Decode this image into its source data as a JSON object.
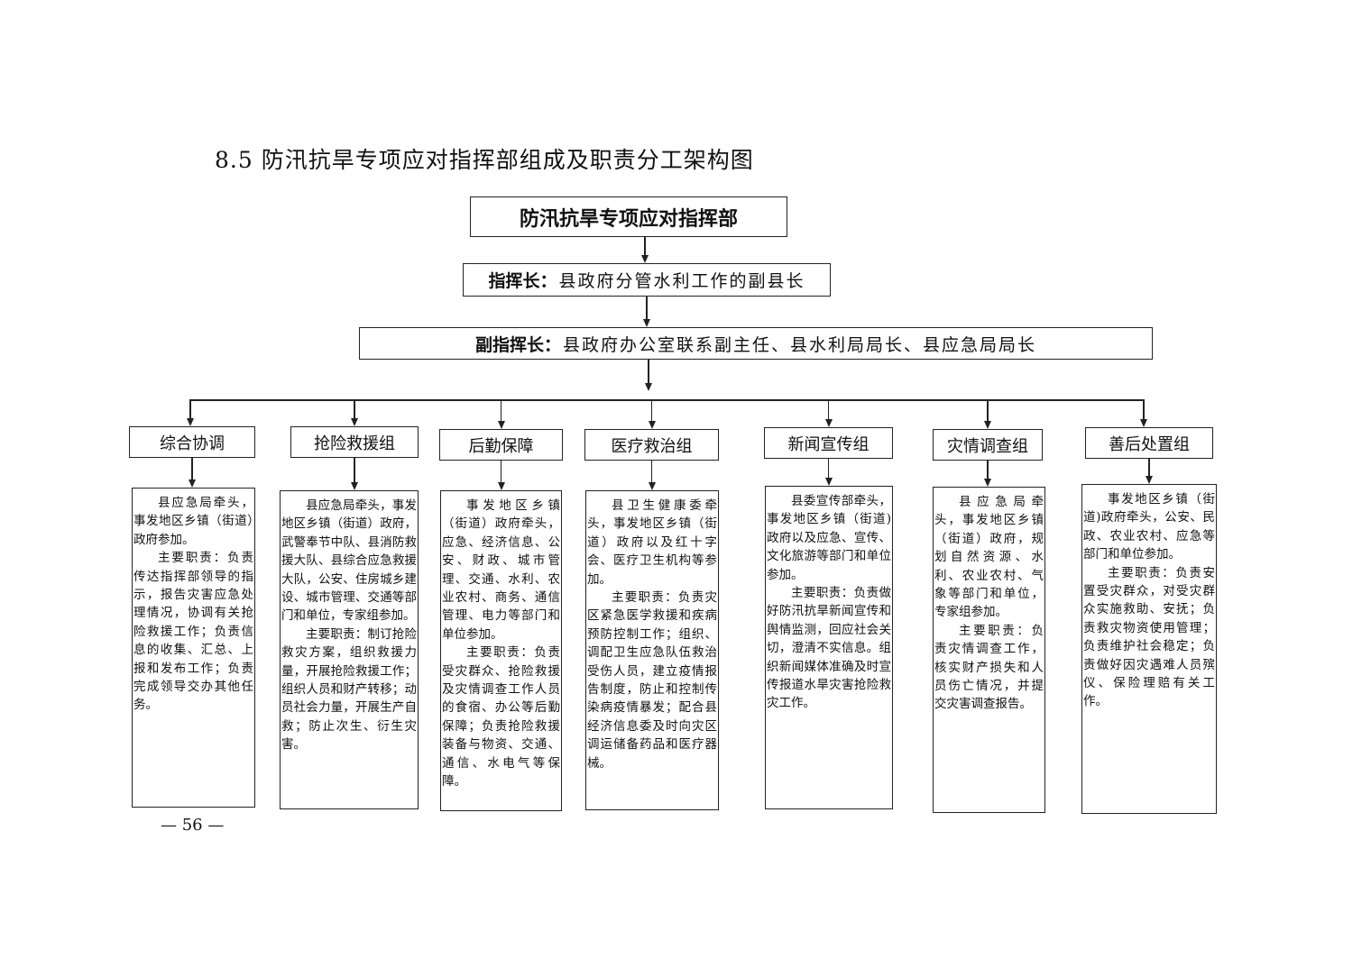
{
  "title": "8.5 防汛抗旱专项应对指挥部组成及职责分工架构图",
  "hq": "防汛抗旱专项应对指挥部",
  "commander": {
    "label": "指挥长：",
    "value": "县政府分管水利工作的副县长"
  },
  "deputy": {
    "label": "副指挥长：",
    "value": "县政府办公室联系副主任、县水利局局长、县应急局局长"
  },
  "groups": [
    {
      "name": "综合协调",
      "members": "县应急局牵头，事发地区乡镇（街道）政府参加。",
      "duties": "主要职责：负责传达指挥部领导的指示，报告灾害应急处理情况，协调有关抢险救援工作；负责信息的收集、汇总、上报和发布工作；负责完成领导交办其他任务。"
    },
    {
      "name": "抢险救援组",
      "members": "县应急局牵头，事发地区乡镇（街道）政府，武警奉节中队、县消防救援大队、县综合应急救援大队，公安、住房城乡建设、城市管理、交通等部门和单位，专家组参加。",
      "duties": "主要职责：制订抢险救灾方案，组织救援力量，开展抢险救援工作；组织人员和财产转移；动员社会力量，开展生产自救；防止次生、衍生灾害。"
    },
    {
      "name": "后勤保障",
      "members": "事发地区乡镇（街道）政府牵头，应急、经济信息、公安、财政、城市管理、交通、水利、农业农村、商务、通信管理、电力等部门和单位参加。",
      "duties": "主要职责：负责受灾群众、抢险救援及灾情调查工作人员的食宿、办公等后勤保障；负责抢险救援装备与物资、交通、通信、水电气等保障。"
    },
    {
      "name": "医疗救治组",
      "members": "县卫生健康委牵头，事发地区乡镇（街道）政府以及红十字会、医疗卫生机构等参加。",
      "duties": "主要职责：负责灾区紧急医学救援和疾病预防控制工作；组织、调配卫生应急队伍救治受伤人员，建立疫情报告制度，防止和控制传染病疫情暴发；配合县经济信息委及时向灾区调运储备药品和医疗器械。"
    },
    {
      "name": "新闻宣传组",
      "members": "县委宣传部牵头，事发地区乡镇（街道)政府以及应急、宣传、文化旅游等部门和单位参加。",
      "duties": "主要职责：负责做好防汛抗旱新闻宣传和舆情监测，回应社会关切，澄清不实信息。组织新闻媒体准确及时宣传报道水旱灾害抢险救灾工作。"
    },
    {
      "name": "灾情调查组",
      "members": "县应急局牵头，事发地区乡镇（街道）政府，规划自然资源、水利、农业农村、气象等部门和单位，专家组参加。",
      "duties": "主要职责：负责灾情调查工作，核实财产损失和人员伤亡情况，并提交灾害调查报告。"
    },
    {
      "name": "善后处置组",
      "members": "事发地区乡镇（街道)政府牵头，公安、民政、农业农村、应急等部门和单位参加。",
      "duties": "主要职责：负责安置受灾群众，对受灾群众实施救助、安抚；负责救灾物资使用管理；负责维护社会稳定；负责做好因灾遇难人员殡仪、保险理赔有关工作。"
    }
  ],
  "page_number": "— 56 —"
}
